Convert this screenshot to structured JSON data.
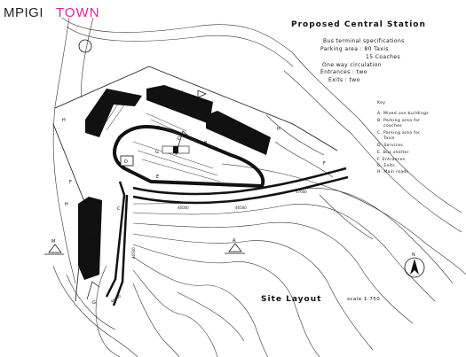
{
  "header": {
    "place_left": "MPIGI",
    "place_right": "TOWN",
    "title": "Proposed Central Station"
  },
  "specs": {
    "heading": "Bus terminal specifications",
    "lines": [
      "Parking area : 80 Taxis",
      "15 Coaches",
      "One way circulation",
      "Entrances : two",
      "Exits : two"
    ]
  },
  "key": {
    "title": "Key",
    "items": [
      "A. Mixed use buildings",
      "B. Parking area for",
      "coaches",
      "C. Parking area for",
      "Taxis",
      "D. Services",
      "E. Bus shelter",
      "F. Entrances",
      "G. Exits",
      "H. Main roads"
    ]
  },
  "drawing": {
    "zone_letters": {
      "A1": "A",
      "A2": "A",
      "A3": "A",
      "B": "B",
      "C1": "C",
      "C2": "C",
      "D": "D",
      "E": "E",
      "F1": "F",
      "F2": "F",
      "G1": "G",
      "G2": "G",
      "H1": "H",
      "H2": "H",
      "H3": "H",
      "M": "M",
      "A_sec": "A",
      "north": "N"
    },
    "contours": [
      "46000",
      "46500",
      "47000",
      "46500",
      "46000"
    ]
  },
  "footer": {
    "title": "Site Layout",
    "scale": "scale 1:750"
  },
  "colors": {
    "accent": "#e0209a",
    "ink": "#111111"
  }
}
